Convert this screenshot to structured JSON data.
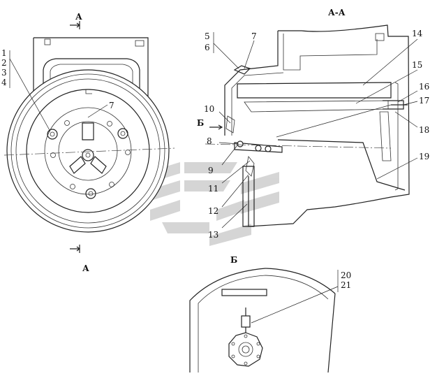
{
  "section_labels": {
    "top_left": "А",
    "bottom_left": "А",
    "section_title": "А-А",
    "view_arrow": "Б",
    "view_title": "Б"
  },
  "callouts": [
    "1",
    "2",
    "3",
    "4",
    "5",
    "6",
    "7",
    "7",
    "8",
    "9",
    "10",
    "11",
    "12",
    "13",
    "14",
    "15",
    "16",
    "17",
    "18",
    "19",
    "20",
    "21"
  ],
  "colors": {
    "line": "#222222",
    "watermark": "#bfbfbf"
  }
}
